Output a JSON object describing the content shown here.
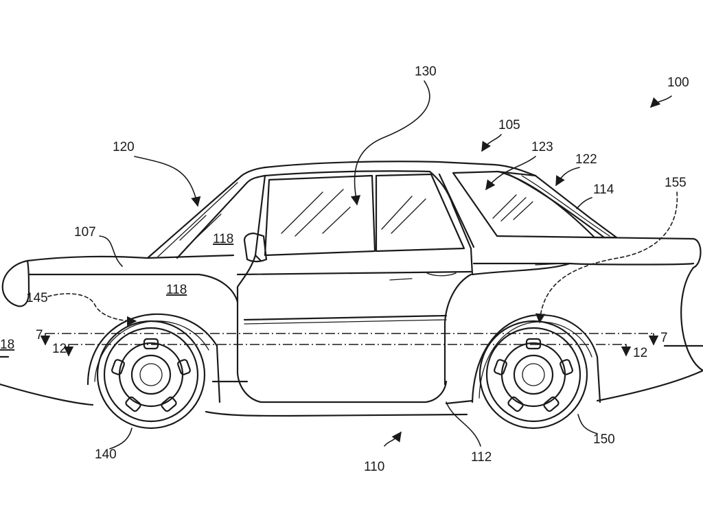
{
  "figure": {
    "labels": {
      "l100": "100",
      "l105": "105",
      "l107": "107",
      "l110": "110",
      "l112": "112",
      "l114": "114",
      "l118a": "118",
      "l118b": "118",
      "l118c": "18",
      "l120": "120",
      "l122": "122",
      "l123": "123",
      "l130": "130",
      "l140": "140",
      "l145": "145",
      "l150": "150",
      "l155": "155",
      "sec7_left": "7",
      "sec7_right": "7",
      "sec12_left": "12",
      "sec12_right": "12"
    }
  }
}
